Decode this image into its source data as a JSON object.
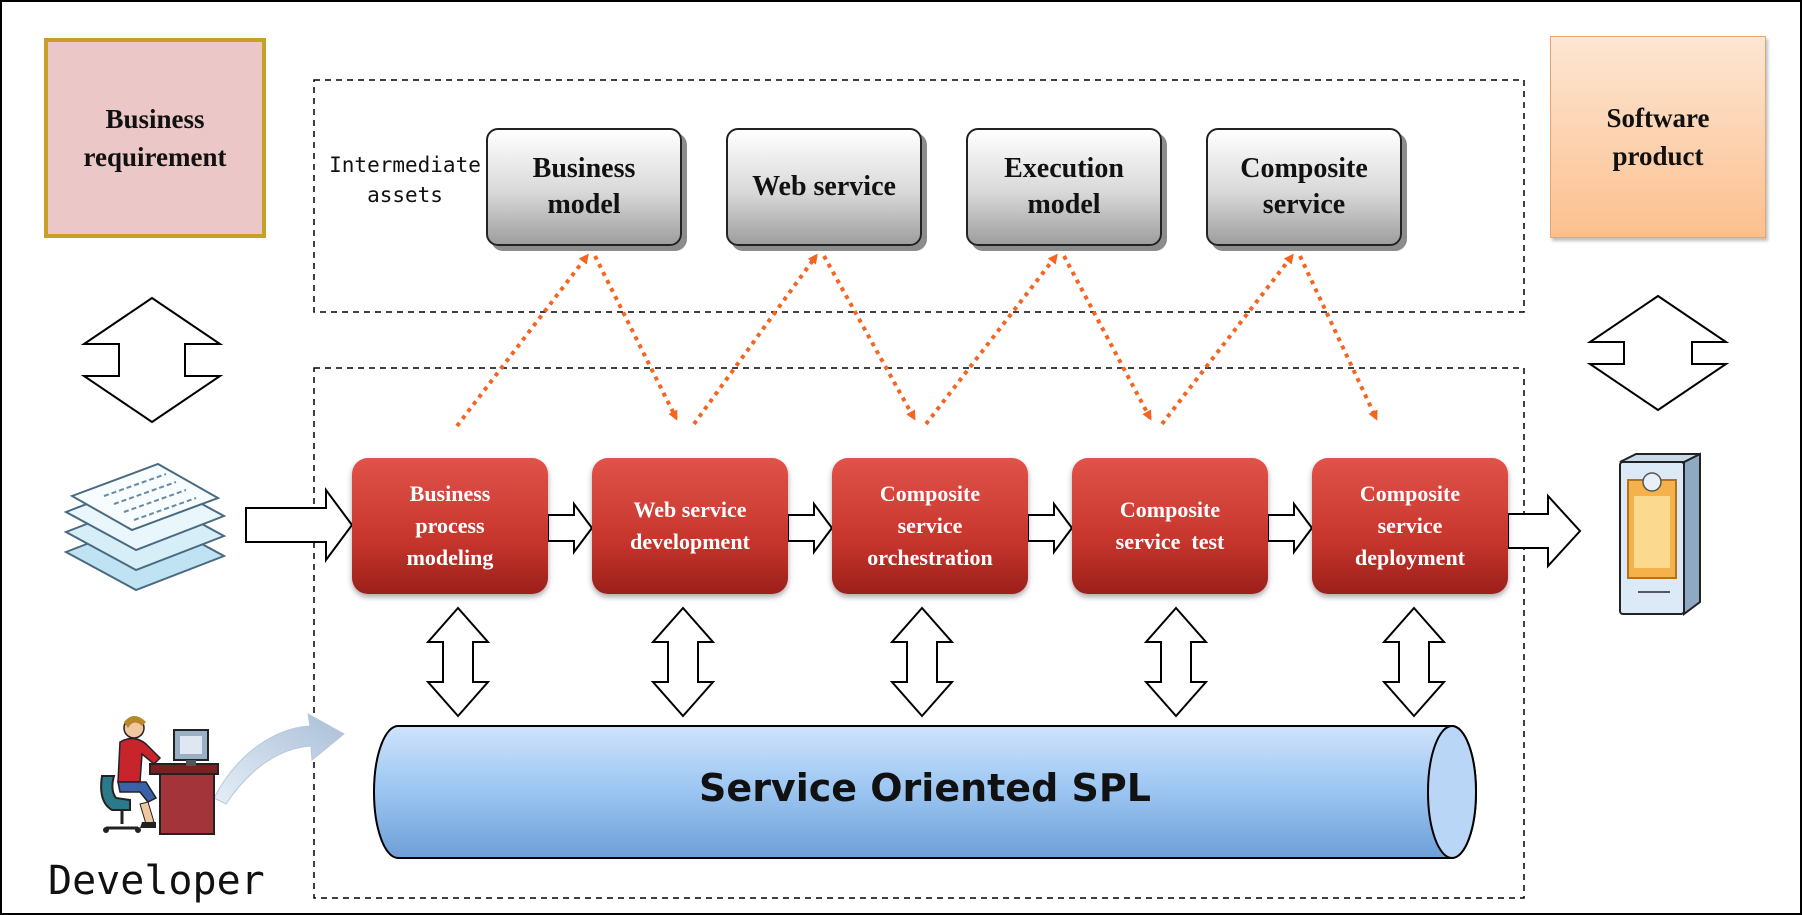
{
  "requirement_label": "Business requirement",
  "product_label": "Software product",
  "intermediate_label": "Intermediate assets",
  "assets": [
    {
      "label": "Business model"
    },
    {
      "label": "Web service"
    },
    {
      "label": "Execution model"
    },
    {
      "label": "Composite service"
    }
  ],
  "processes": [
    {
      "label": "Business process modeling"
    },
    {
      "label": "Web service development"
    },
    {
      "label": "Composite service orchestration"
    },
    {
      "label": "Composite service  test"
    },
    {
      "label": "Composite service deployment"
    }
  ],
  "spl_label": "Service Oriented SPL",
  "developer_label": "Developer",
  "icons": {
    "documents": "documents-stack-icon",
    "software": "software-box-icon",
    "developer": "developer-at-computer-icon"
  },
  "colors": {
    "process_fill": "#c7362d",
    "dotted_arrow": "#f26522",
    "spl_fill": "#9ec6f2",
    "requirement_fill": "#ecc7c7",
    "product_fill": "#fbc08f"
  }
}
